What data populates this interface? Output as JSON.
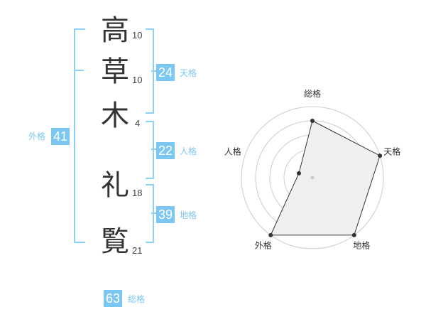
{
  "name": {
    "chars": [
      {
        "char": "高",
        "strokes": "10"
      },
      {
        "char": "草",
        "strokes": "10"
      },
      {
        "char": "木",
        "strokes": "4"
      },
      {
        "char": "礼",
        "strokes": "18"
      },
      {
        "char": "覧",
        "strokes": "21"
      }
    ]
  },
  "kaku": {
    "tenkaku": {
      "value": "24",
      "label": "天格"
    },
    "jinkaku": {
      "value": "22",
      "label": "人格"
    },
    "chikaku": {
      "value": "39",
      "label": "地格"
    },
    "gaikaku": {
      "value": "41",
      "label": "外格"
    },
    "soukaku": {
      "value": "63",
      "label": "総格"
    }
  },
  "colors": {
    "accent": "#7cc7f2",
    "bracket": "#8ecff5",
    "polygon_fill": "#f0f0f0"
  },
  "chart_data": {
    "type": "radar",
    "axes": [
      "総格",
      "天格",
      "地格",
      "外格",
      "人格"
    ],
    "values": [
      0.8,
      1.0,
      1.0,
      1.0,
      0.2
    ],
    "rings": 5,
    "range": [
      0,
      1
    ]
  }
}
